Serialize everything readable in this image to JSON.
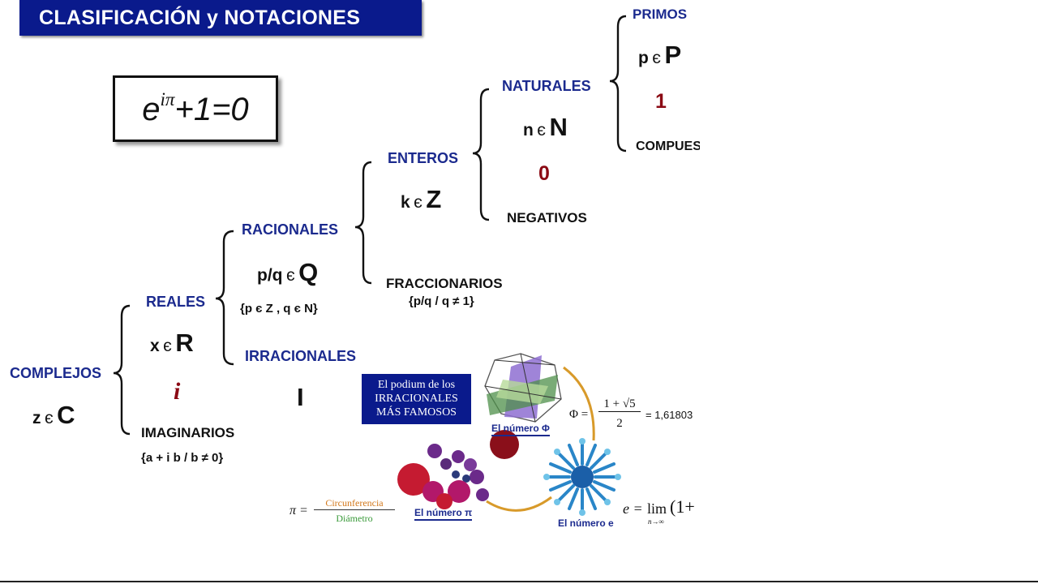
{
  "title": "CLASIFICACIÓN y NOTACIONES",
  "euler": {
    "base": "e",
    "exponent": "iπ",
    "rest": "+1=0"
  },
  "nodes": {
    "complejos": {
      "label": "COMPLEJOS",
      "notation_var": "z",
      "notation_rel": "є",
      "notation_set": "C"
    },
    "reales": {
      "label": "REALES",
      "notation_var": "x",
      "notation_rel": "є",
      "notation_set": "R"
    },
    "imag_unit": "i",
    "imaginarios": {
      "label": "IMAGINARIOS",
      "condition": "{a + i b / b ≠ 0}"
    },
    "racionales": {
      "label": "RACIONALES",
      "notation_var": "p/q",
      "notation_rel": "є",
      "notation_set": "Q",
      "condition": "{p є Z , q є N}"
    },
    "irracionales": {
      "label": "IRRACIONALES",
      "notation_set": "I"
    },
    "enteros": {
      "label": "ENTEROS",
      "notation_var": "k",
      "notation_rel": "є",
      "notation_set": "Z"
    },
    "fraccionarios": {
      "label": "FRACCIONARIOS",
      "condition": "{p/q / q ≠ 1}"
    },
    "naturales": {
      "label": "NATURALES",
      "notation_var": "n",
      "notation_rel": "є",
      "notation_set": "N"
    },
    "cero": "0",
    "negativos": {
      "label": "NEGATIVOS"
    },
    "primos": {
      "label": "PRIMOS",
      "notation_var": "p",
      "notation_rel": "є",
      "notation_set": "P"
    },
    "uno": "1",
    "compuestos": {
      "label": "COMPUES"
    }
  },
  "irrational_podium": {
    "banner_lines": [
      "El podium de los",
      "IRRACIONALES",
      "MÁS FAMOSOS"
    ],
    "phi_caption": "El número Φ",
    "pi_caption": "El número π",
    "e_caption": "El número e",
    "phi_formula": {
      "lhs": "Φ =",
      "numerator": "1 + √5",
      "denominator": "2",
      "value": "= 1,61803"
    },
    "pi_formula": {
      "lhs": "π =",
      "numerator": "Circunferencia",
      "denominator": "Diámetro"
    },
    "e_formula": {
      "lhs": "e =",
      "op": "lim",
      "sub": "n→∞",
      "rest": "(1+"
    }
  },
  "colors": {
    "title_bg": "#0a1a8c",
    "label_blue": "#1b2a8e",
    "accent_red": "#8b0a14"
  }
}
